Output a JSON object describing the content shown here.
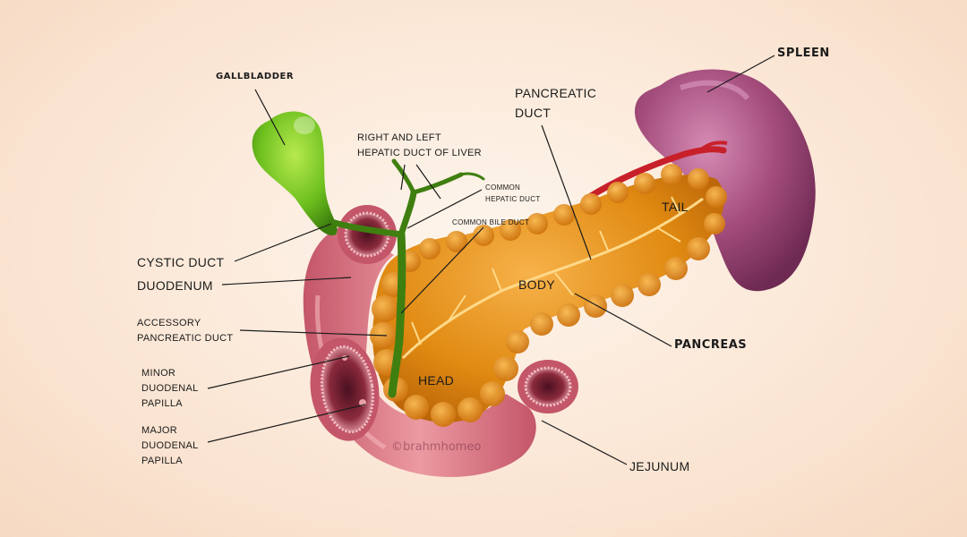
{
  "labels": {
    "gallbladder": "GALLBLADDER",
    "spleen": "SPLEEN",
    "pancreatic_duct": "PANCREATIC\nDUCT",
    "hepatic_duct": "RIGHT AND LEFT\nHEPATIC DUCT OF LIVER",
    "common_hepatic_duct": "COMMON\nHEPATIC DUCT",
    "common_bile_duct": "COMMON BILE DUCT",
    "tail": "TAIL",
    "body": "BODY",
    "head": "HEAD",
    "cystic_duct": "CYSTIC DUCT",
    "duodenum": "DUODENUM",
    "accessory_pancreatic_duct": "ACCESSORY\nPANCREATIC DUCT",
    "minor_duodenal_papilla": "MINOR\nDUODENAL\nPAPILLA",
    "major_duodenal_papilla": "MAJOR\nDUODENAL\nPAPILLA",
    "pancreas": "PANCREAS",
    "jejunum": "JEJUNUM"
  },
  "watermark": "©brahmhomeo",
  "colors": {
    "background": "#fbe7d6",
    "pancreas": "#e08a12",
    "spleen": "#a34c7c",
    "gallbladder": "#6cbf1e",
    "duodenum": "#d9707e",
    "bile_duct": "#3f7f10",
    "artery": "#c8202a",
    "leader_line": "#1b1b1b"
  }
}
